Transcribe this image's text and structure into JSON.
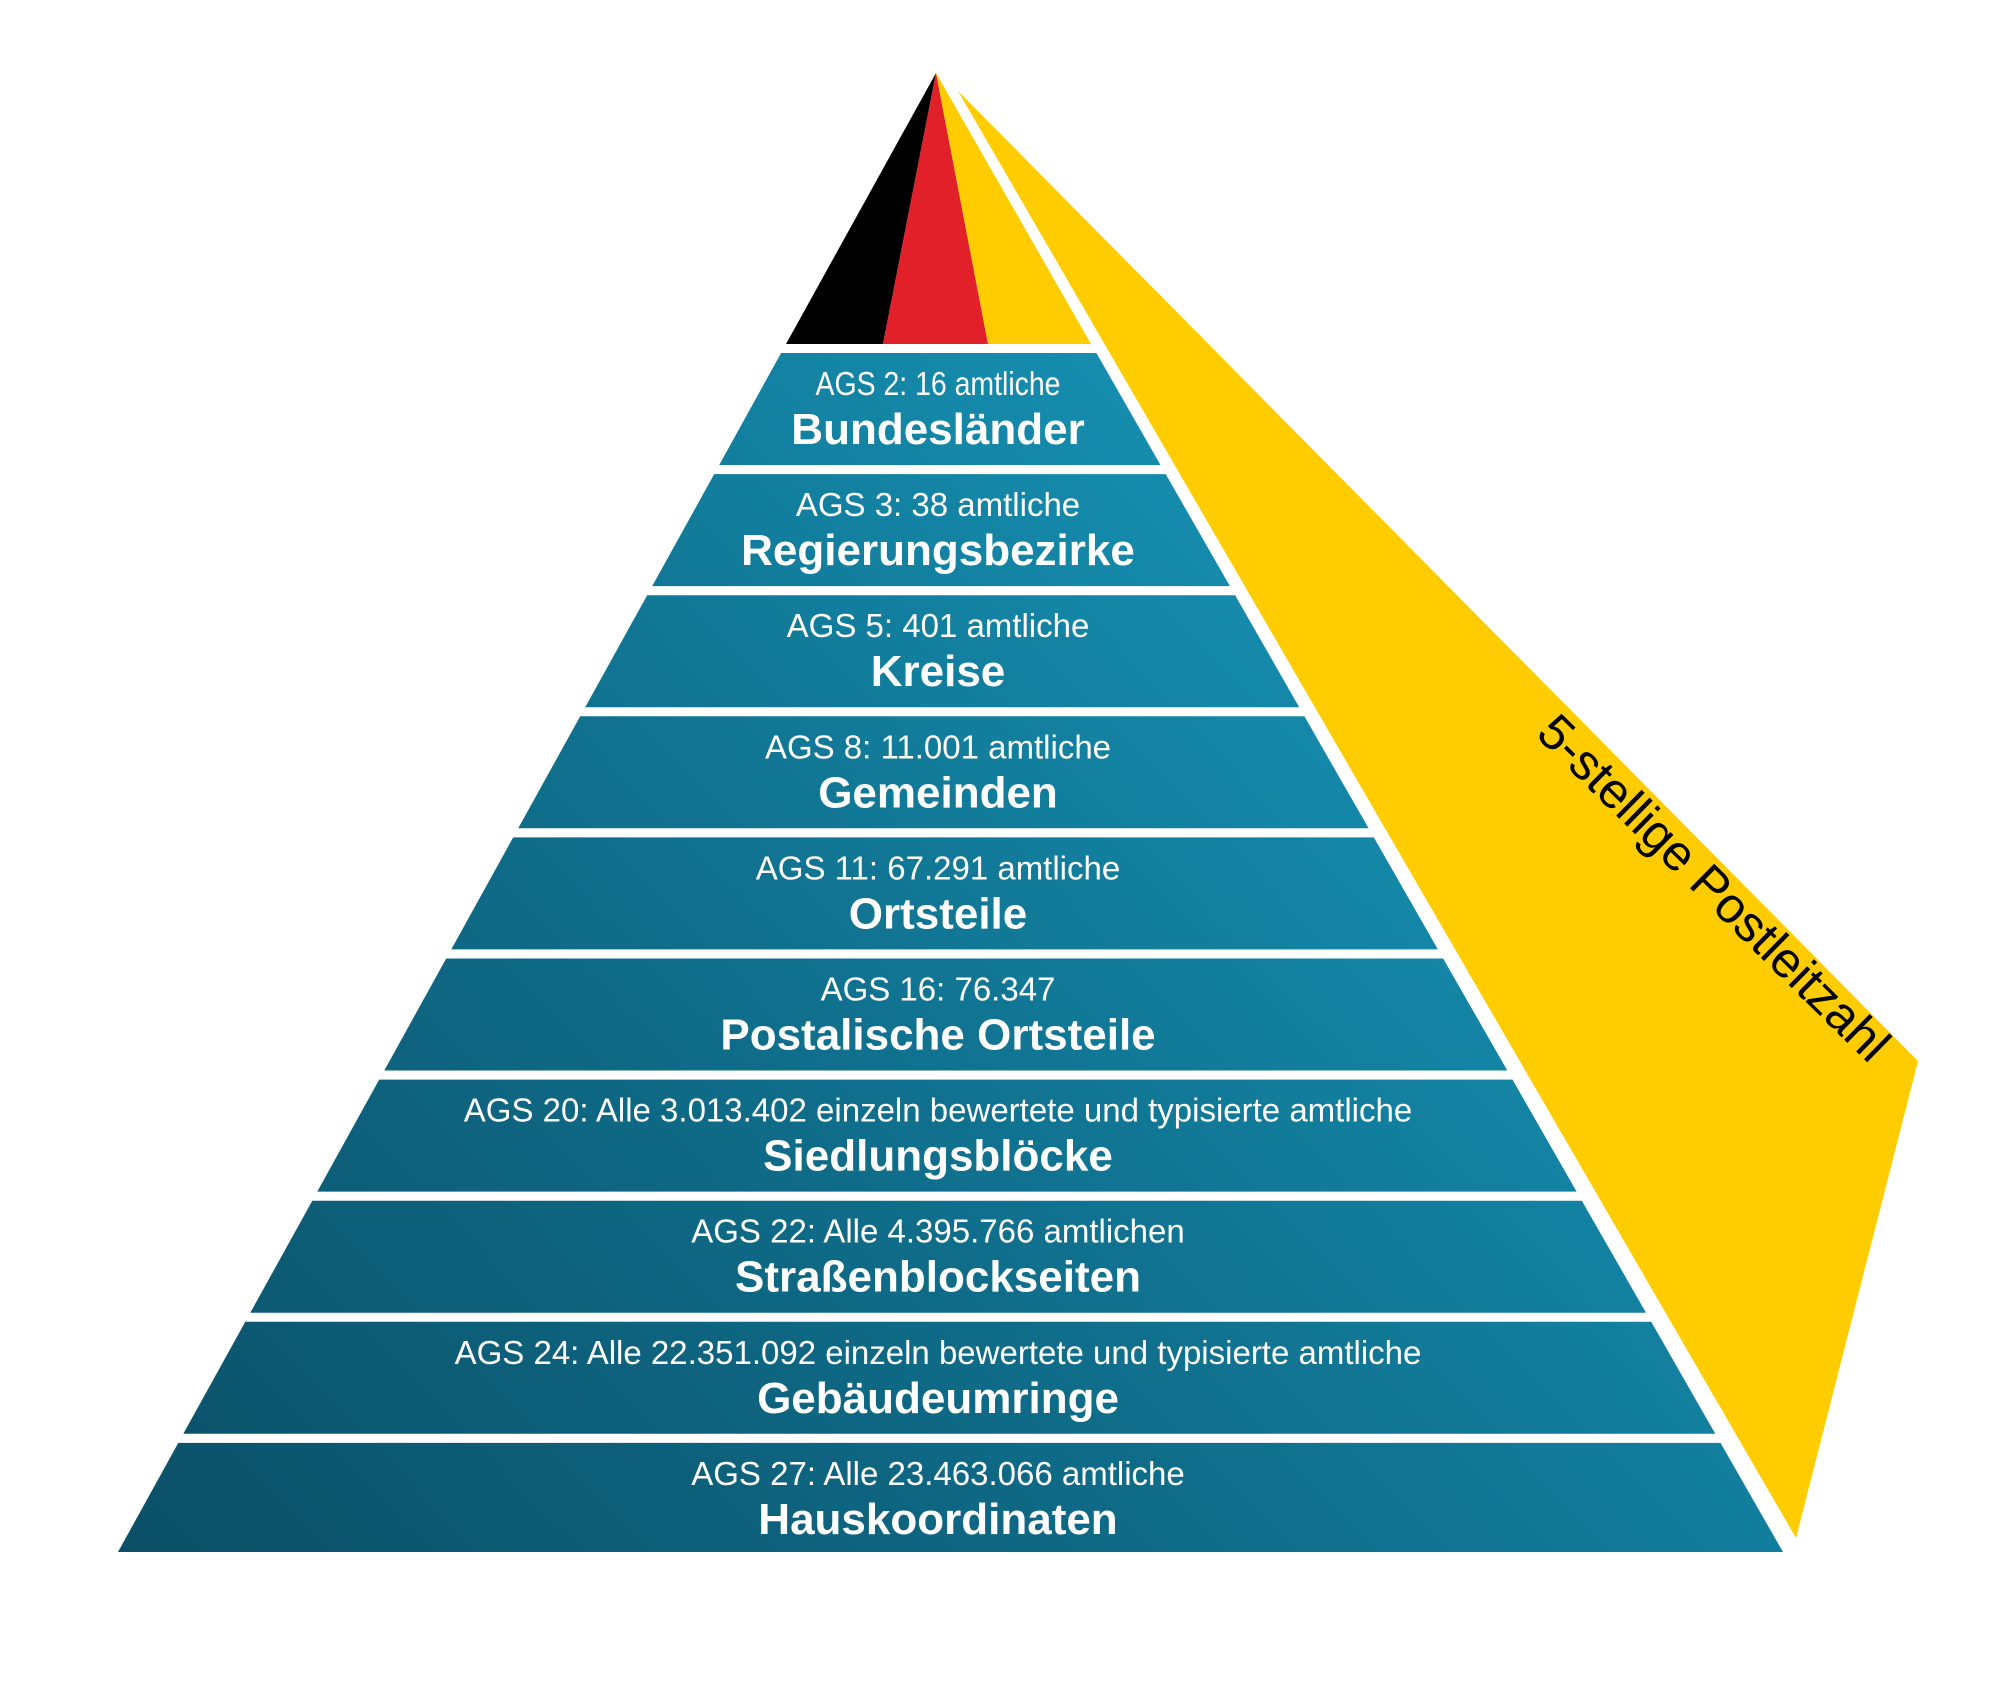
{
  "diagram": {
    "type": "pyramid",
    "flag_colors": {
      "black": "#000000",
      "red": "#e2202a",
      "gold": "#ffcc00"
    },
    "band_gradient": {
      "dark": "#0b4f66",
      "mid": "#0f6d8a",
      "light": "#1898bb"
    },
    "side_panel": {
      "label": "5-stellige Postleitzahl",
      "color": "#ffcc00"
    },
    "levels": [
      {
        "subtitle": "AGS 2: 16 amtliche",
        "title": "Bundesländer"
      },
      {
        "subtitle": "AGS 3: 38 amtliche",
        "title": "Regierungsbezirke"
      },
      {
        "subtitle": "AGS 5: 401 amtliche",
        "title": "Kreise"
      },
      {
        "subtitle": "AGS 8: 11.001 amtliche",
        "title": "Gemeinden"
      },
      {
        "subtitle": "AGS 11: 67.291 amtliche",
        "title": "Ortsteile"
      },
      {
        "subtitle": "AGS 16: 76.347",
        "title": "Postalische Ortsteile"
      },
      {
        "subtitle": "AGS 20: Alle 3.013.402 einzeln bewertete und typisierte amtliche",
        "title": "Siedlungsblöcke"
      },
      {
        "subtitle": "AGS 22: Alle  4.395.766 amtlichen",
        "title": "Straßenblockseiten"
      },
      {
        "subtitle": "AGS 24: Alle 22.351.092 einzeln bewertete und typisierte amtliche",
        "title": "Gebäudeumringe"
      },
      {
        "subtitle": "AGS 27: Alle 23.463.066 amtliche",
        "title": "Hauskoordinaten"
      }
    ]
  }
}
